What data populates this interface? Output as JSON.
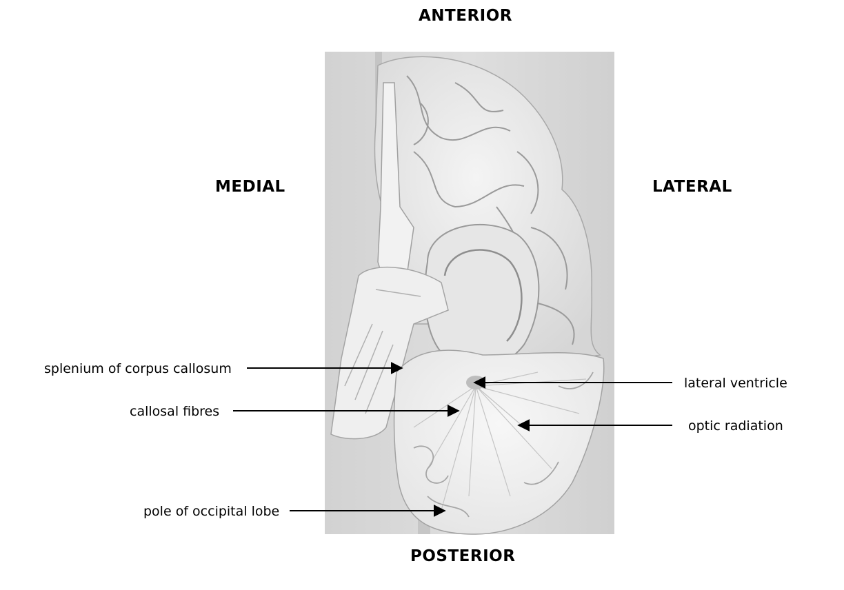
{
  "directions": {
    "anterior": "ANTERIOR",
    "posterior": "POSTERIOR",
    "medial": "MEDIAL",
    "lateral": "LATERAL"
  },
  "labels": {
    "splenium": "splenium of corpus callosum",
    "callosal_fibres": "callosal fibres",
    "pole_occipital": "pole of occipital lobe",
    "lateral_ventricle": "lateral ventricle",
    "optic_radiation": "optic radiation"
  },
  "colors": {
    "background": "#ffffff",
    "photo_bg": "#d9d9d9",
    "specimen": "#eeeeee",
    "arrow": "#000000"
  }
}
